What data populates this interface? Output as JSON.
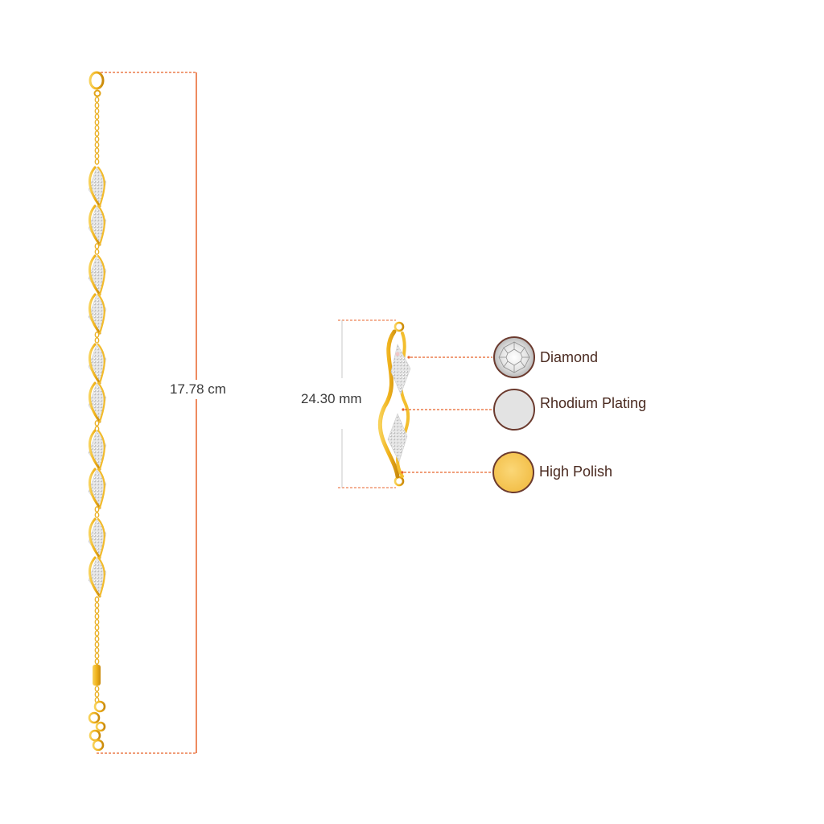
{
  "measurements": {
    "bracelet_length": "17.78 cm",
    "link_length": "24.30 mm"
  },
  "legend": [
    {
      "label": "Diamond",
      "icon": "diamond-swatch-icon",
      "color": "#e8e8e8"
    },
    {
      "label": "Rhodium Plating",
      "icon": "rhodium-swatch-icon",
      "color": "#e3e3e3"
    },
    {
      "label": "High Polish",
      "icon": "gold-swatch-icon",
      "color": "#f7c95a"
    }
  ],
  "colors": {
    "gold": "#f1b21a",
    "gold_dark": "#d18f0c",
    "dimension_line": "#e8632b",
    "swatch_border": "#6b3a2e",
    "text": "#3a3a3a"
  }
}
